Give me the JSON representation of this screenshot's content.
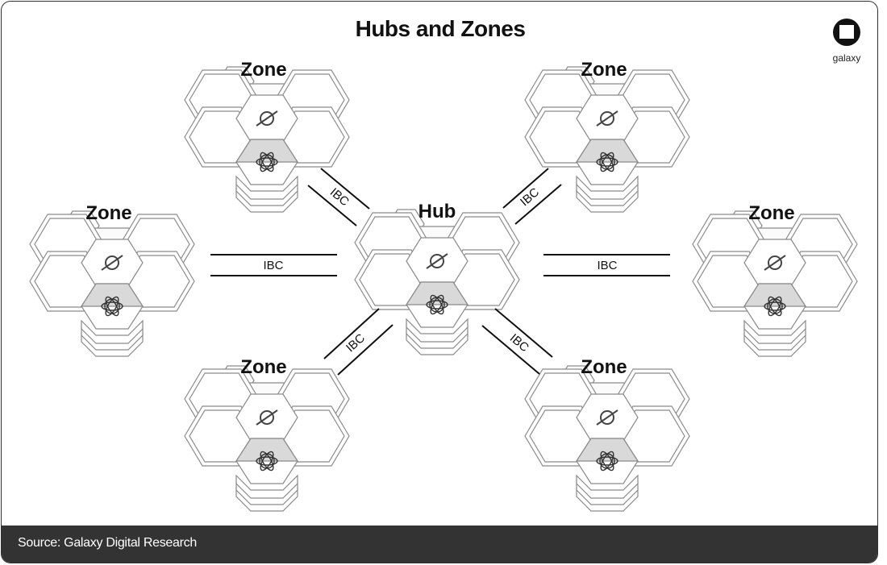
{
  "title": "Hubs and Zones",
  "logo": {
    "text": "galaxy",
    "icon": "galaxy-logo-icon"
  },
  "hub": {
    "label": "Hub"
  },
  "zones": [
    {
      "label": "Zone"
    },
    {
      "label": "Zone"
    },
    {
      "label": "Zone"
    },
    {
      "label": "Zone"
    },
    {
      "label": "Zone"
    },
    {
      "label": "Zone"
    }
  ],
  "connections": [
    {
      "label": "IBC"
    },
    {
      "label": "IBC"
    },
    {
      "label": "IBC"
    },
    {
      "label": "IBC"
    },
    {
      "label": "IBC"
    },
    {
      "label": "IBC"
    }
  ],
  "footer": {
    "source": "Source: Galaxy Digital Research"
  },
  "colors": {
    "stroke": "#8a8a8a",
    "shade": "#d9d9d9",
    "footer_bg": "#333333"
  }
}
